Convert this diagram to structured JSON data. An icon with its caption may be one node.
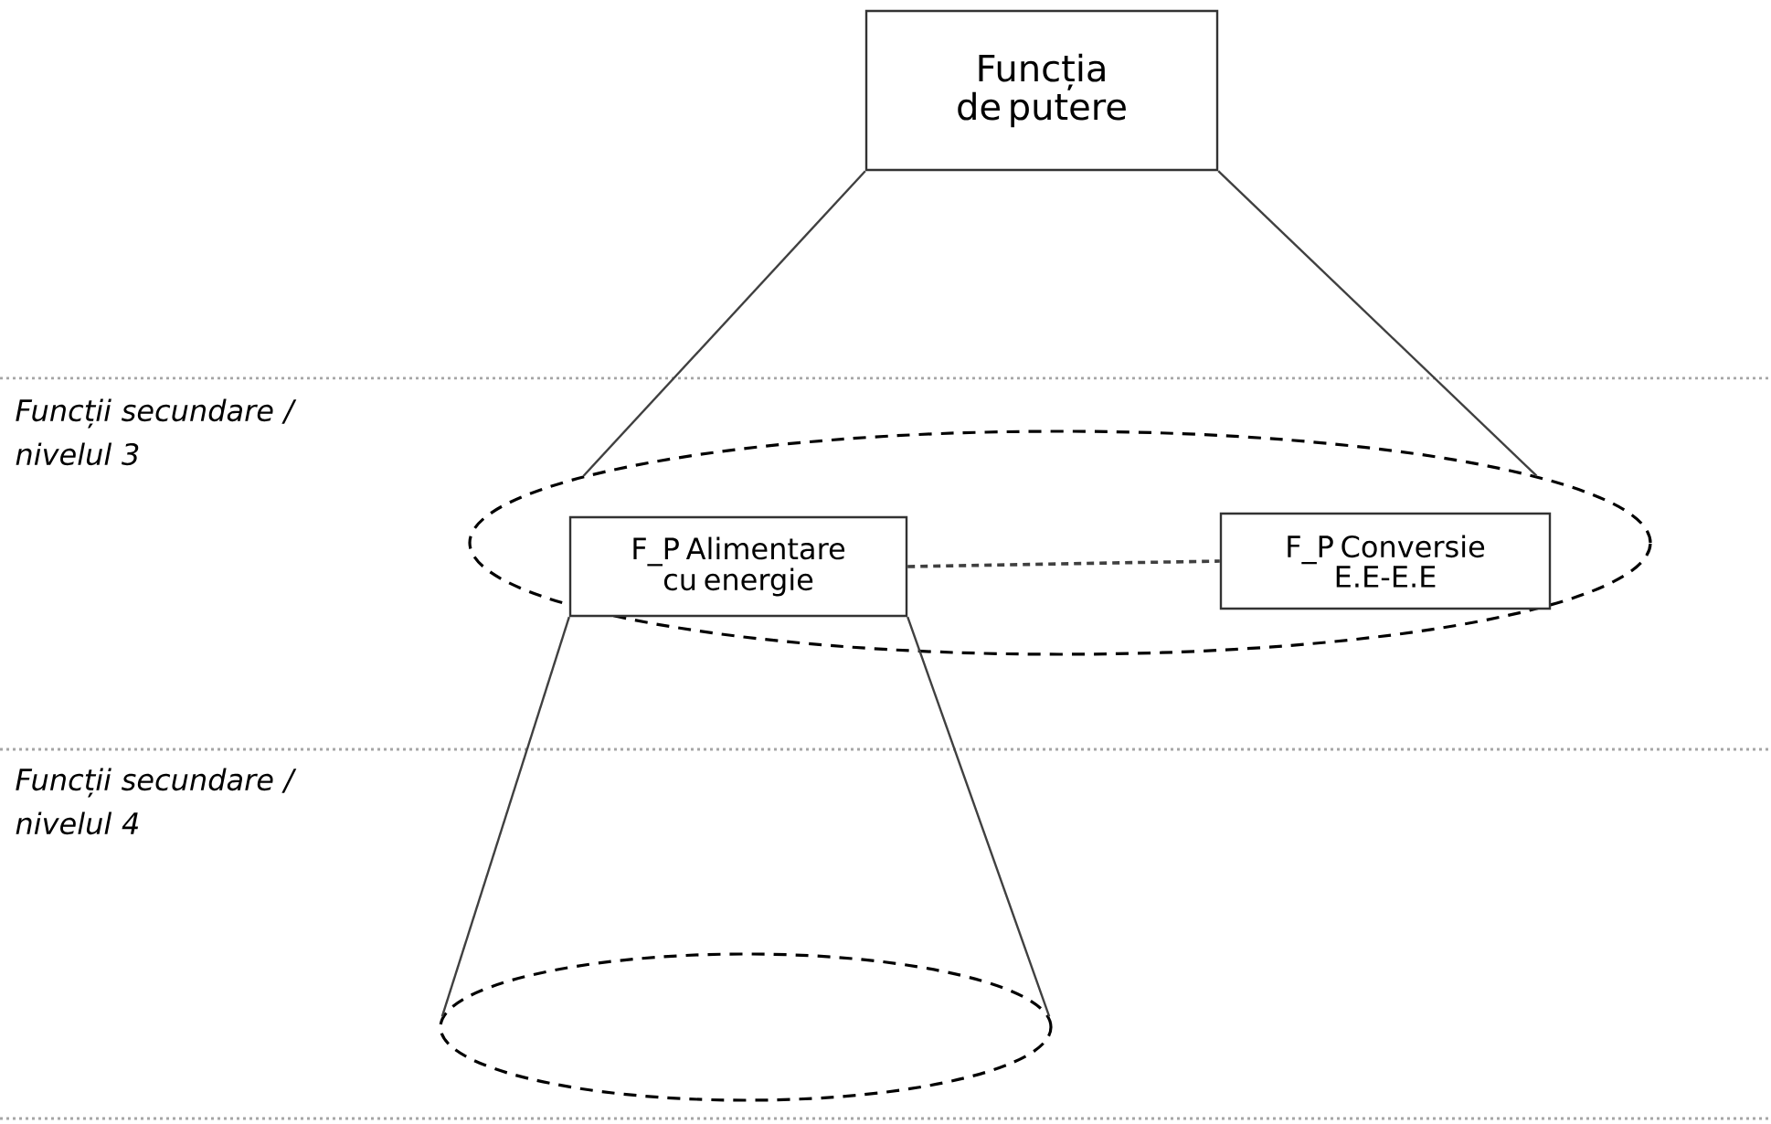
{
  "diagram": {
    "nodes": [
      {
        "text": [
          "Funcția de putere"
        ]
      },
      {
        "text": [],
        "shape": "ellipse"
      },
      {
        "text": [
          "F_P Alimentare cu energie"
        ],
        "in": 1
      },
      {
        "text": [
          "F_P Conversie E.E-E.E"
        ],
        "in": 1
      },
      {
        "text": [],
        "shape": "ellipse"
      }
    ],
    "edges": [
      {
        "from": 0,
        "to": 1,
        "arrow": "none"
      },
      {
        "from": 0,
        "to": 1,
        "arrow": "none"
      },
      {
        "from": 2,
        "to": 3,
        "arrow": "none",
        "style": "dashed"
      },
      {
        "from": 2,
        "to": 4,
        "arrow": "none"
      },
      {
        "from": 2,
        "to": 4,
        "arrow": "none"
      }
    ],
    "labels": [
      "Funcții secundare / nivelul 3",
      "Funcții secundare / nivelul 4"
    ]
  }
}
